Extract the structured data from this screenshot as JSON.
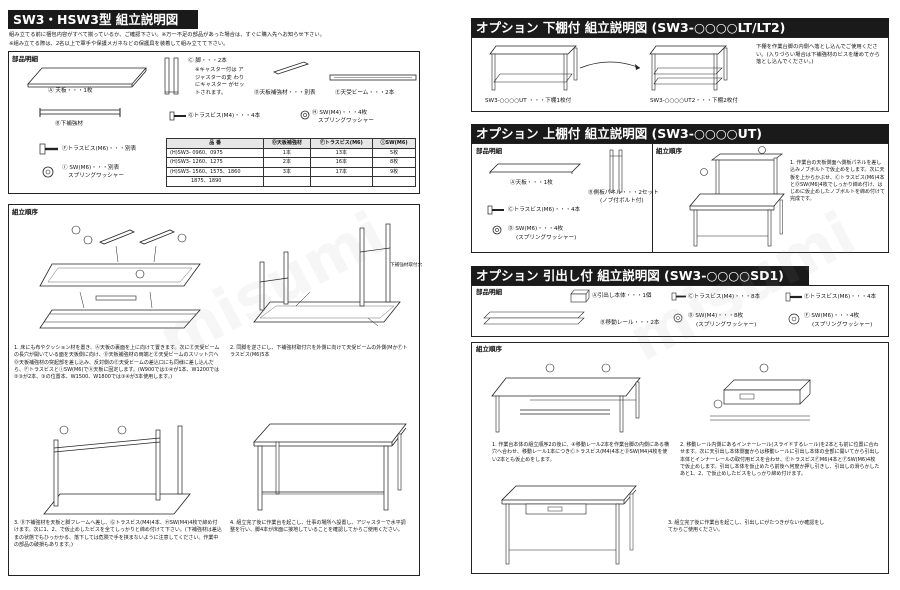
{
  "left": {
    "title": "SW3・HSW3型 組立説明図",
    "notes": [
      "組み立てる前に梱包内容がすべて揃っているか、ご確認下さい。※万一不足の部品があった場合は、すぐに購入先へお知らせ下さい。",
      "※組み立てる際は、2名以上で軍手や保護メガネなどの保護具を装着して組み立てて下さい。"
    ],
    "parts_label": "部品明細",
    "parts": {
      "top": "Ⓐ 天板・・・1枚",
      "reinforce": "Ⓑ下補強材",
      "legs": "Ⓒ 脚・・・2本",
      "caster_note": "※キャスター付は アジャスターの変 わりにキャスター がセットされます。",
      "tc_rein": "Ⓓ天板補強材・・・別表",
      "beam": "Ⓔ天受ビーム・・・2本",
      "screw_m6": "Ⓕトラスビス(M6)・・・別表",
      "screw_m4": "Ⓖトラスビス(M4)・・・4本",
      "sw_m4a": "Ⓗ SW(M4)・・・4枚",
      "sw_m4b": "スプリングワッシャー",
      "sw_m6a": "Ⓘ SW(M6)・・・別表",
      "sw_m6b": "スプリングワッシャー"
    },
    "table": {
      "headers": [
        "品 番",
        "Ⓓ天板補強材",
        "Ⓕトラスビス(M6)",
        "ⒾSW(M6)"
      ],
      "rows": [
        [
          "(H)SW3- 0960、0975",
          "1本",
          "13本",
          "5枚"
        ],
        [
          "(H)SW3- 1260、1275",
          "2本",
          "16本",
          "8枚"
        ],
        [
          "(H)SW3- 1560、1575、1860",
          "3本",
          "17本",
          "9枚"
        ],
        [
          "1875、1890",
          "",
          "",
          ""
        ]
      ]
    },
    "order_label": "組立順序",
    "steps": {
      "s1": "1. 床にも布やクッション材を置き、Ⓐ天板の裏面を上に向けて置きます。次にⒺ天受ビームの長穴が開いている面を天板側に向け、Ⓓ天板補強材の両端とⒺ天受ビームのスリット穴へⒹ天板補強材の突起部を差し込み、反対側のⒺ天受ビームの差込口にも同様に差し込んだら、ⒻトラスビスとⒾSW(M6)でⒶ天板に固定します。(W900では①④が1本、W1200では②③が2本、③の位置本、W1500、W1800では③④が3本使用します。)",
      "s2": "2. 同脚を逆さにし、下補強材取付穴を外側に向けて天受ビームの外側(MかⒻトラスビス(M6)5本",
      "s2_note": "下補強材取付穴",
      "s3": "3. Ⓑ下補強材を天板と脚フレームへ差し、Ⓖトラスビス(M4)4本、ⒽSW(M4)4枚で締め付けます。次に1、2、で仮止めしたビスを全てしっかりと締め付けて下さい。(下補強材は差込まの状態でもひっかかる、落下しては危険で手を挟まないように注意してください。作業中の部品の破損もあります。)",
      "s4": "4. 組立完了後に作業台を起こし、仕事の場所へ設置し、アジャスターで水平調整を行い、脚4本が床面に接地していることを確認してからご使用ください。"
    }
  },
  "lower_shelf": {
    "title": "オプション 下棚付 組立説明図 (SW3-○○○○LT/LT2)",
    "label1": "SW3-○○○○UT ・・・下棚1枚付",
    "label2": "SW3-○○○○UT2・・・下棚2枚付",
    "note": "下棚を作業台脚の内側へ落とし込んでご使用ください。(入りづらい場合は下補強材のビスを緩めてから落とし込んでください。)"
  },
  "upper_shelf": {
    "title": "オプション 上棚付 組立説明図 (SW3-○○○○UT)",
    "parts_label": "部品明細",
    "order_label": "組立順序",
    "parts": {
      "shelf": "Ⓐ天板・・・1枚",
      "panel": "Ⓑ側板パネル・・・2セット",
      "panel_note": "(ノブ付ボルト付)",
      "screw": "Ⓒトラスビス(M6)・・・4本",
      "sw_a": "Ⓓ SW(M6)・・・4枚",
      "sw_b": "(スプリングワッシャー)"
    },
    "step": "1. 作業台の天板側面へ側板パネルを差し込みノブボルトで仮止めをします。次に天板を上からかぶせ、Ⓒトラスビス(M6)4本とⒹSW(M6)4枚でしっかり締め付け、はじめに仮止めしたノブボルトを締め付けて完成です。"
  },
  "drawer": {
    "title": "オプション 引出し付 組立説明図 (SW3-○○○○SD1)",
    "parts_label": "部品明細",
    "order_label": "組立順序",
    "parts": {
      "box": "Ⓐ引出し本体・・・1個",
      "screw_m4": "Ⓒトラスビス(M4)・・・8本",
      "screw_m6": "Ⓔトラスビス(M6)・・・4本",
      "rail": "Ⓑ移動レール・・・2本",
      "sw_m4a": "Ⓓ SW(M4)・・・8枚",
      "sw_m4b": "(スプリングワッシャー)",
      "sw_m6a": "Ⓕ SW(M6)・・・4枚",
      "sw_m6b": "(スプリングワッシャー)"
    },
    "steps": {
      "s1": "1. 作業台本体の組立順序2の後に、④移動レール2本を作業台脚の内側にある横穴へ合わせ、移動レール1本につきⒸトラスビス(M4)4本とⒹSW(M4)4枚を使い2本とも仮止めをします。",
      "s2": "2. 移動レール内側にあるインナーレール(スライドするレール)を2本とも前に位置に合わせます。次に天引出し本体側面からは移動レールに引出し本体の全部に開いてから引出し本体とインナーレールの取付用ビスを合わせ、ⒺトラスビスⒻM6)4本とⒻSW(M6)4枚で仮止めします。引出し本体を仮止めたら前後へ何度か押し引きし、引出しの滑らかしたあと1、2、で仮止めしたビスをしっかり締め付けます。",
      "s3": "3. 組立完了後に作業台を起こし、引出しにがたつきがないか確認をしてからご使用ください。"
    }
  },
  "watermark": "misumi"
}
